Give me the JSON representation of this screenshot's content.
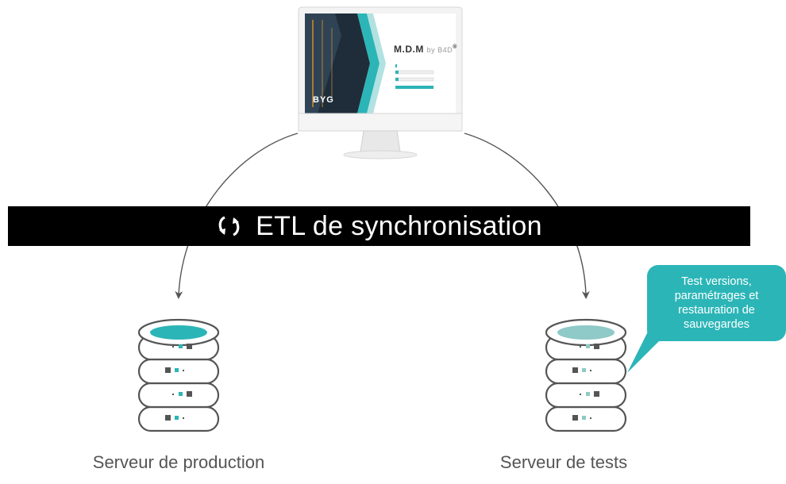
{
  "monitor": {
    "brand": "M.D.M",
    "brand_suffix": "by B4D",
    "brand_mark": "®",
    "logo_text": "BYG"
  },
  "etl": {
    "label": "ETL de synchronisation",
    "icon": "sync-icon"
  },
  "servers": [
    {
      "label": "Serveur de production",
      "icon": "database-server-icon",
      "accent": "#2cb5b7"
    },
    {
      "label": "Serveur de tests",
      "icon": "database-server-icon",
      "accent": "#8fc9c8"
    }
  ],
  "callout": {
    "text": "Test versions,\nparamétrages et\nrestauration de\nsauvegardes"
  },
  "colors": {
    "teal": "#2cb5b7",
    "band": "#000000",
    "arrow": "#555555"
  }
}
